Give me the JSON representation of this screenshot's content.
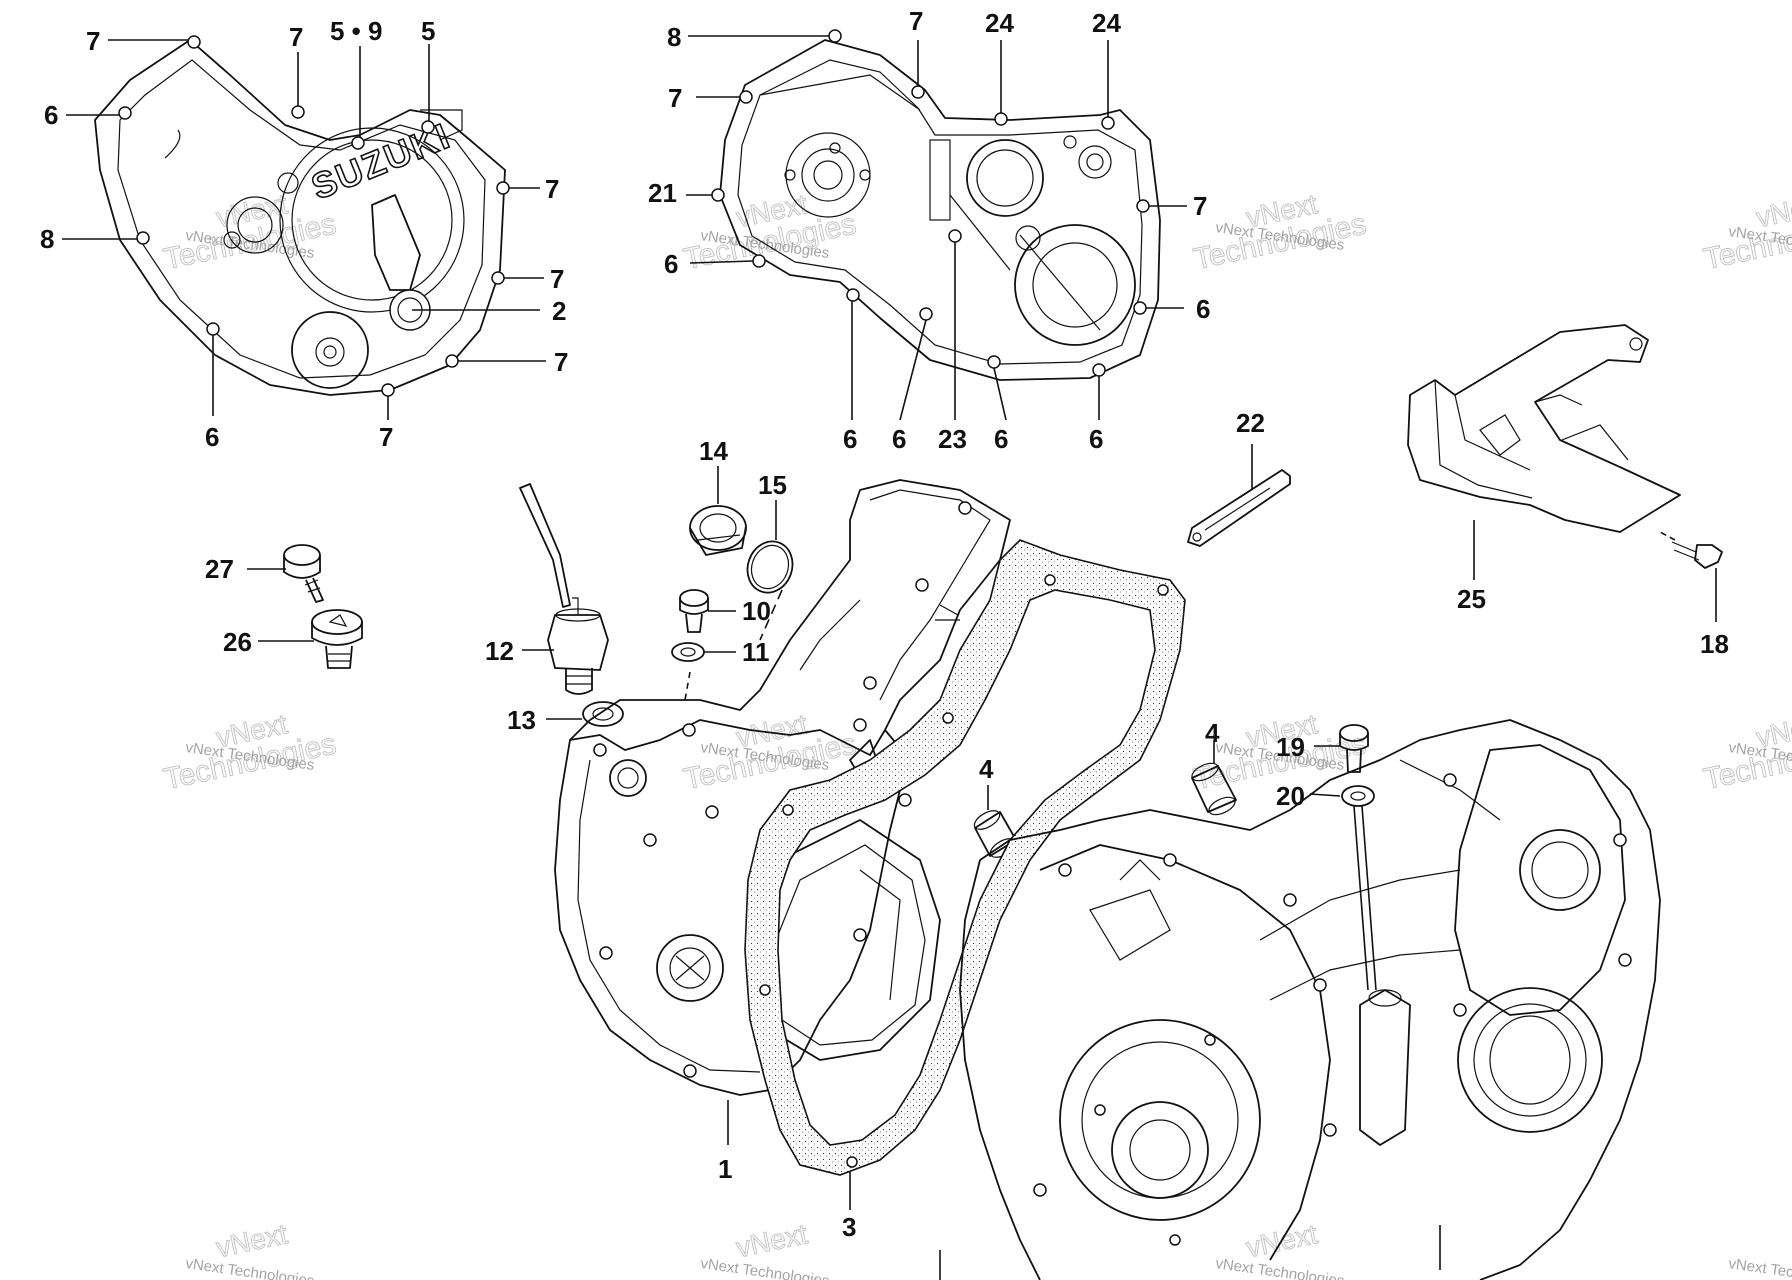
{
  "cover_brand": "SUZUKI",
  "watermark": {
    "line1": "vNext",
    "line2": "Technologies",
    "small": "vNext Technologies"
  },
  "callouts": [
    "7",
    "7",
    "5 • 9",
    "5",
    "6",
    "7",
    "8",
    "7",
    "2",
    "7",
    "6",
    "7",
    "8",
    "7",
    "24",
    "24",
    "7",
    "21",
    "7",
    "6",
    "6",
    "6",
    "6",
    "23",
    "6",
    "6",
    "22",
    "25",
    "18",
    "14",
    "15",
    "27",
    "10",
    "11",
    "26",
    "12",
    "13",
    "4",
    "4",
    "19",
    "20",
    "1",
    "3"
  ]
}
